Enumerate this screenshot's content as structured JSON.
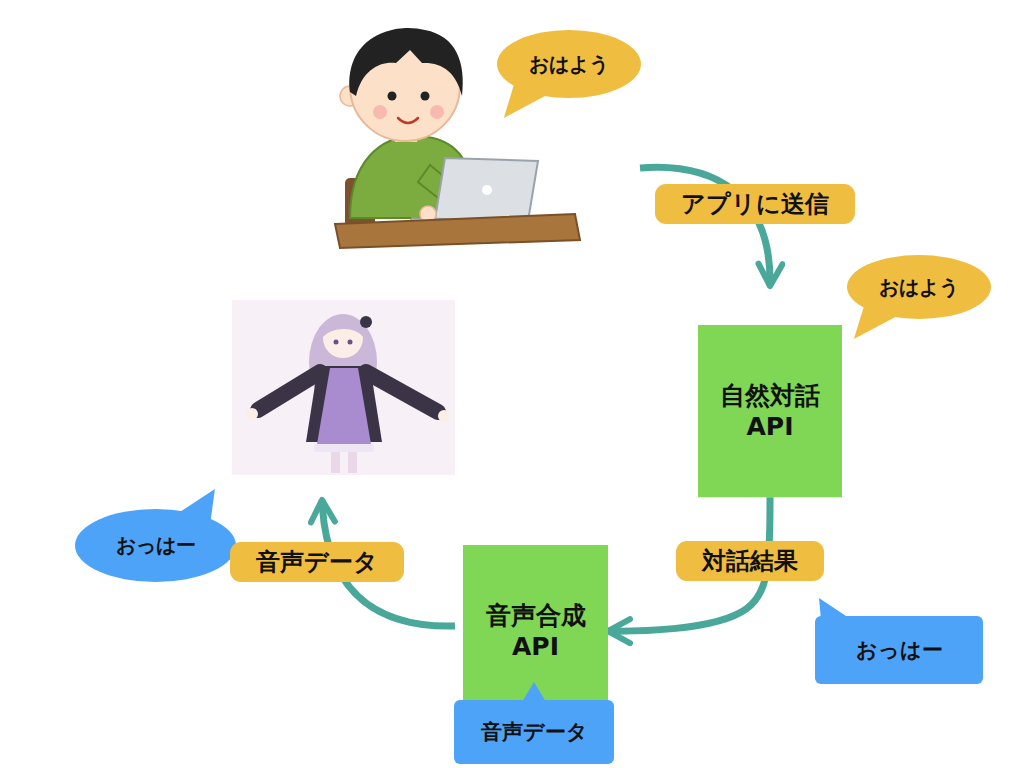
{
  "diagram": {
    "nodes": [
      {
        "text": [
          "おはよう"
        ]
      },
      {
        "text": [
          "おはよう"
        ]
      },
      {
        "text": [
          "自然対話 API"
        ]
      },
      {
        "text": [
          "おっはー"
        ]
      },
      {
        "text": [
          "音声合成 API"
        ]
      },
      {
        "text": [
          "おっはー"
        ]
      },
      {
        "text": [
          "音声データ"
        ]
      }
    ],
    "edges": [
      {
        "from": 2,
        "to": 4,
        "label": "対話結果",
        "arrow": "to"
      }
    ],
    "labels": [
      "アプリに送信",
      "音声データ"
    ]
  }
}
